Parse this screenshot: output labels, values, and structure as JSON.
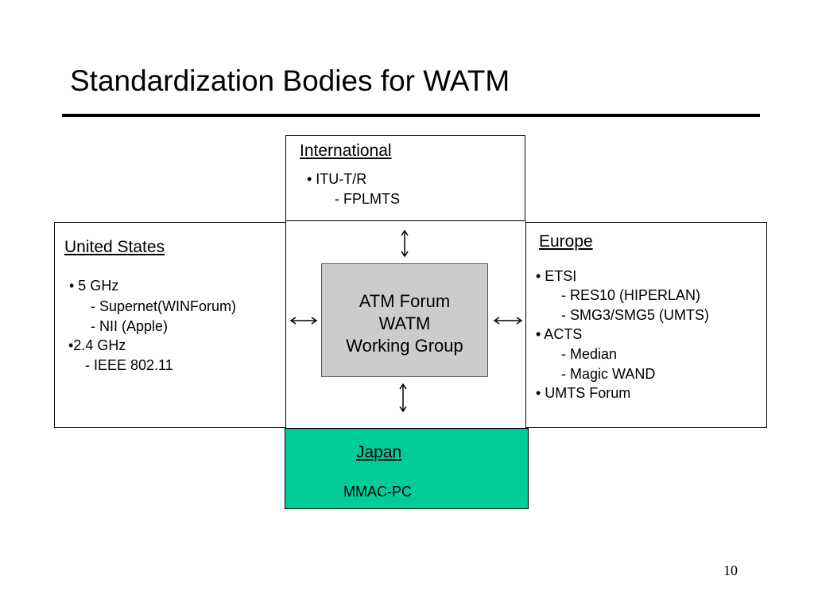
{
  "slide": {
    "title": "Standardization Bodies for WATM",
    "page_number": "10"
  },
  "colors": {
    "japan_fill": "#00cc99",
    "atm_fill": "#cccccc"
  },
  "international": {
    "heading": "International",
    "items": [
      "•  ITU-T/R",
      "-  FPLMTS"
    ]
  },
  "united_states": {
    "heading": "United States",
    "items": [
      "•  5 GHz",
      "-  Supernet(WINForum)",
      "-  NII (Apple)",
      "•2.4 GHz",
      "-  IEEE 802.11"
    ]
  },
  "europe": {
    "heading": "Europe",
    "items": [
      "•  ETSI",
      "-  RES10 (HIPERLAN)",
      "-  SMG3/SMG5 (UMTS)",
      "•  ACTS",
      "-  Median",
      "-  Magic WAND",
      "•  UMTS Forum"
    ]
  },
  "center": {
    "lines": [
      "ATM Forum",
      "WATM",
      "Working Group"
    ]
  },
  "japan": {
    "heading": "Japan",
    "item": "MMAC-PC"
  }
}
